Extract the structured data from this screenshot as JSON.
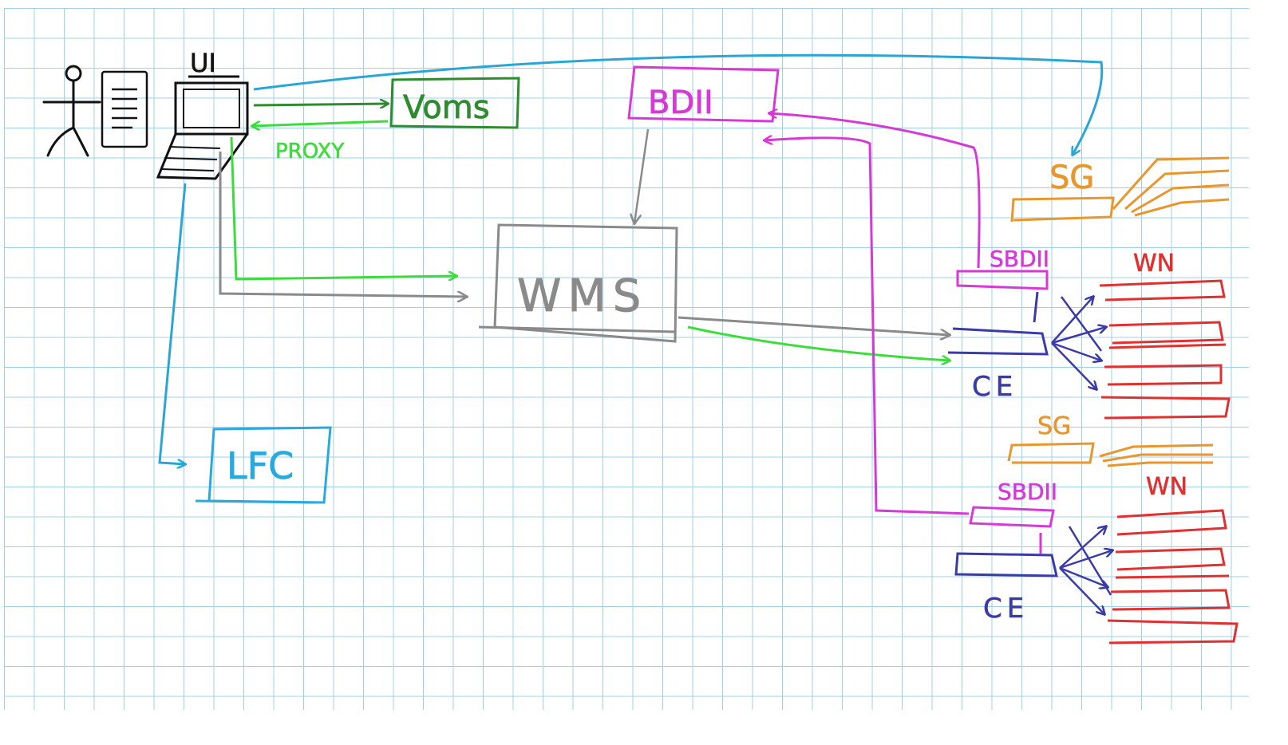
{
  "labels": {
    "ui": "UI",
    "voms": "Voms",
    "proxy": "PROXY",
    "bdii": "BDII",
    "wms": "WMS",
    "lfc": "LFC",
    "sg_top": "SG",
    "sbdii_top": "SBDII",
    "wn_top": "WN",
    "ce_top": "CE",
    "sg_bottom": "SG",
    "sbdii_bottom": "SBDII",
    "wn_bottom": "WN",
    "ce_bottom": "CE"
  },
  "colors": {
    "grid": "#9fd0ea",
    "voms": "#2e8b2e",
    "proxy": "#3cdc3c",
    "bdii": "#d63ad6",
    "wms": "#8a8a8a",
    "lfc": "#29a9e0",
    "ui_link": "#2aa6d6",
    "ce": "#3a3aa8",
    "wn": "#e03030",
    "sg": "#e8962e",
    "ink": "#111111"
  },
  "icons": {
    "user": "stick-figure-icon",
    "document": "document-icon",
    "computer": "laptop-icon"
  }
}
